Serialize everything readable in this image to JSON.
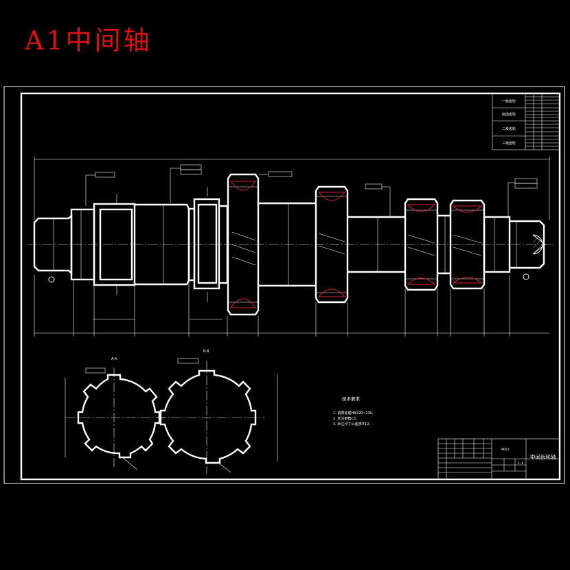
{
  "title": "A1中间轴",
  "section_labels": {
    "aa": "A-A",
    "bb": "B-B"
  },
  "tech_requirements": {
    "heading": "技术要求",
    "items": [
      "1. 调质处理HB190~230。",
      "2. 未注倒角C2。",
      "3. 未注尺寸公差按IT12。"
    ]
  },
  "title_block": {
    "part_name": "中间齿轮轴",
    "material": "40Cr",
    "scale": "1:1"
  },
  "gear_table": {
    "rows": [
      {
        "label": "一级齿轮"
      },
      {
        "label": "斜齿齿轮"
      },
      {
        "label": "二级齿轮"
      },
      {
        "label": "三级齿轮"
      }
    ]
  }
}
